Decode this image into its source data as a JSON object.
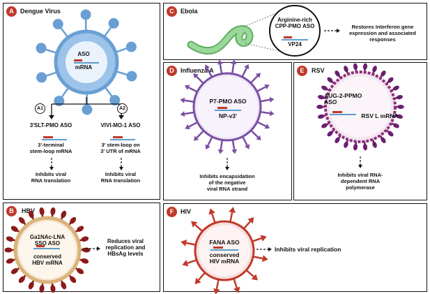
{
  "panels": {
    "a": {
      "badge": "A",
      "title": "Dengue Virus",
      "virus_aso": "ASO",
      "virus_mrna": "mRNA",
      "branches": [
        {
          "badge": "A1",
          "aso": "3'SLT-PMO ASO",
          "target": "3'-terminal\nstem-loop mRNA",
          "effect": "Inhibits viral\nRNA translation"
        },
        {
          "badge": "A2",
          "aso": "VIVI-MO-1 ASO",
          "target": "3' stem-loop on\n3' UTR of mRNA",
          "effect": "Inhibits viral\nRNA translation"
        }
      ]
    },
    "b": {
      "badge": "B",
      "title": "HBV",
      "aso": "Ga1NAc-LNA\nSSO ASO",
      "target": "conserved\nHBV mRNA",
      "effect": "Reduces viral\nreplication and\nHBsAg levels"
    },
    "c": {
      "badge": "C",
      "title": "Ebola",
      "aso": "Arginine-rich\nCPP-PMO ASO",
      "target": "VP24",
      "effect": "Restores Interferon gene\nexpression and associated\nresponses"
    },
    "d": {
      "badge": "D",
      "title": "Influenza A",
      "aso": "P7-PMO ASO",
      "target": "NP-v3'",
      "effect": "Inhibits  encapsidation\nof the negative\nviral RNA strand"
    },
    "e": {
      "badge": "E",
      "title": "RSV",
      "aso": "AUG-2-PPMO\nASO",
      "target": "RSV L mRNA",
      "effect": "Inhibits viral RNA-\ndependent RNA\npolymerase"
    },
    "f": {
      "badge": "F",
      "title": "HIV",
      "aso": "FANA ASO",
      "target": "conserved\nHIV mRNA",
      "effect": "Inhibits viral replication"
    }
  },
  "colors": {
    "badge": "#c0392b",
    "dengue": "#6a9fd4",
    "hbv_shell": "#d9b37a",
    "hbv_spike": "#8b1a1a",
    "ebola": "#7fc97f",
    "influenza": "#7a4fa3",
    "rsv": "#6a1f6e",
    "hiv": "#c0392b"
  }
}
